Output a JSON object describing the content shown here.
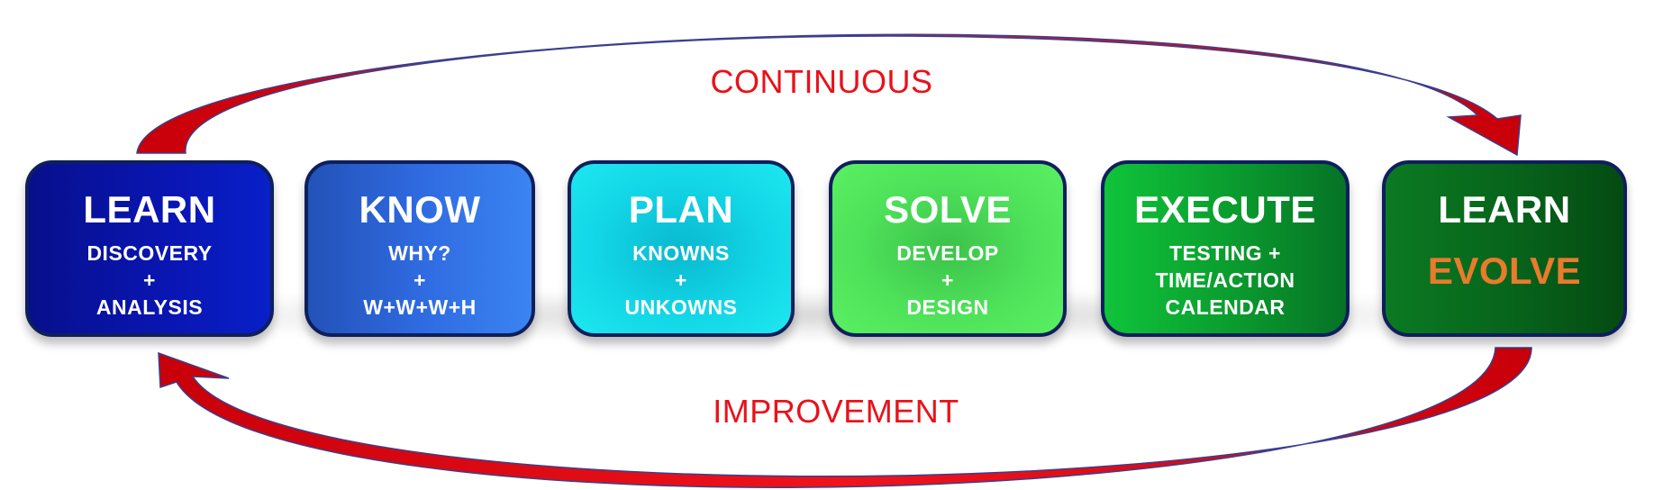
{
  "cycle": {
    "top_label": "CONTINUOUS",
    "bottom_label": "IMPROVEMENT"
  },
  "steps": [
    {
      "title": "LEARN",
      "lines": [
        "DISCOVERY",
        "+",
        "ANALYSIS"
      ]
    },
    {
      "title": "KNOW",
      "lines": [
        "WHY?",
        "+",
        "W+W+W+H"
      ]
    },
    {
      "title": "PLAN",
      "lines": [
        "KNOWNS",
        "+",
        "UNKOWNS"
      ]
    },
    {
      "title": "SOLVE",
      "lines": [
        "DEVELOP",
        "+",
        "DESIGN"
      ]
    },
    {
      "title": "EXECUTE",
      "lines": [
        "TESTING +",
        "TIME/ACTION",
        "CALENDAR"
      ]
    },
    {
      "title": "LEARN",
      "highlight": "EVOLVE"
    }
  ],
  "colors": {
    "arrow": "#e8121a",
    "caption": "#e8121a",
    "evolve": "#e97b2c",
    "box_border": "#0e1f5c"
  }
}
